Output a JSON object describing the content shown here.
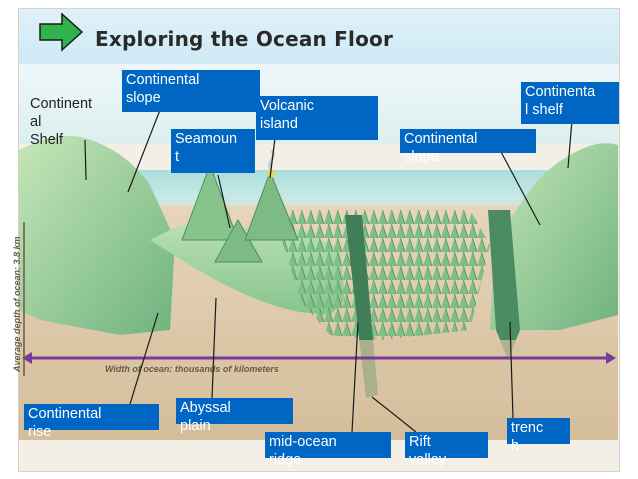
{
  "title": "Exploring the Ocean Floor",
  "axis": {
    "width_label": "Width of ocean: thousands of kilometers",
    "depth_label": "Average depth of ocean: 3.8 km"
  },
  "labels": {
    "continental_shelf_left": "Continent\nal\nShelf",
    "continental_slope_left": "Continental\nslope",
    "volcanic_island": "Volcanic\nisland",
    "seamount": "Seamoun\nt",
    "continental_slope_right": "Continental\nslope",
    "continental_shelf_right": "Continenta\nl shelf",
    "continental_rise": "Continental\nrise",
    "abyssal_plain": "Abyssal\nplain",
    "mid_ocean_ridge": "mid-ocean\nridge",
    "rift_valley": "Rift\nvalley",
    "trench": "trenc\nh"
  },
  "colors": {
    "label_bg": "#0066c4",
    "nav_arrow": "#2fb34a",
    "width_bar": "#7a3a9a"
  },
  "icons": {
    "nav": "next-arrow-icon"
  }
}
